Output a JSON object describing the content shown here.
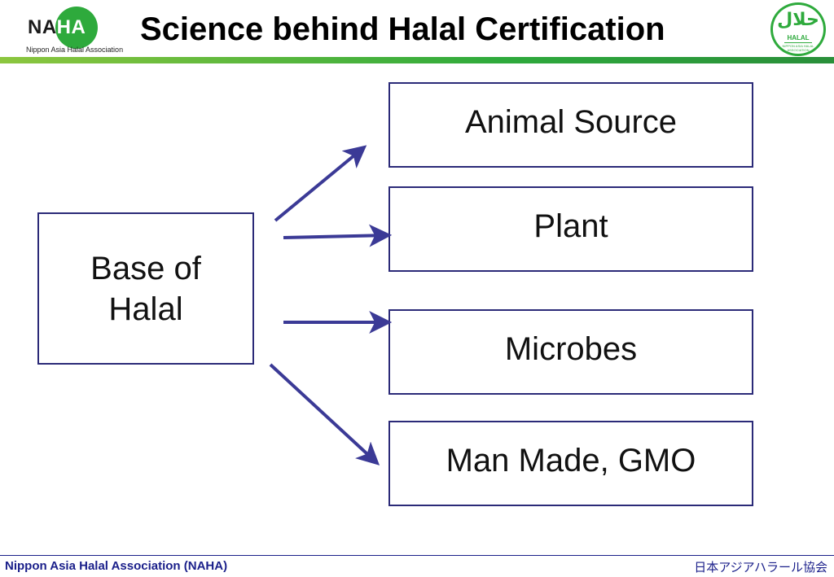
{
  "header": {
    "title": "Science behind Halal Certification",
    "logo": {
      "word_na": "NA",
      "word_ha": "HA",
      "subtitle": "Nippon Asia Halal Association"
    },
    "seal": {
      "arabic": "حلال",
      "english": "HALAL",
      "small_text": "NIPPON ASIA HALAL ASSOCIATION"
    },
    "colors": {
      "accent": "#2eaa3c",
      "rule_light": "#8cc63f"
    }
  },
  "diagram": {
    "source": {
      "line1": "Base of",
      "line2": "Halal"
    },
    "targets": [
      {
        "label": "Animal Source"
      },
      {
        "label": "Plant"
      },
      {
        "label": "Microbes"
      },
      {
        "label": "Man Made, GMO"
      }
    ],
    "colors": {
      "border": "#2b2a78",
      "arrow": "#3b3a96"
    }
  },
  "footer": {
    "left": "Nippon Asia Halal Association (NAHA)",
    "right": "日本アジアハラール協会",
    "color": "#1a1f8a"
  }
}
